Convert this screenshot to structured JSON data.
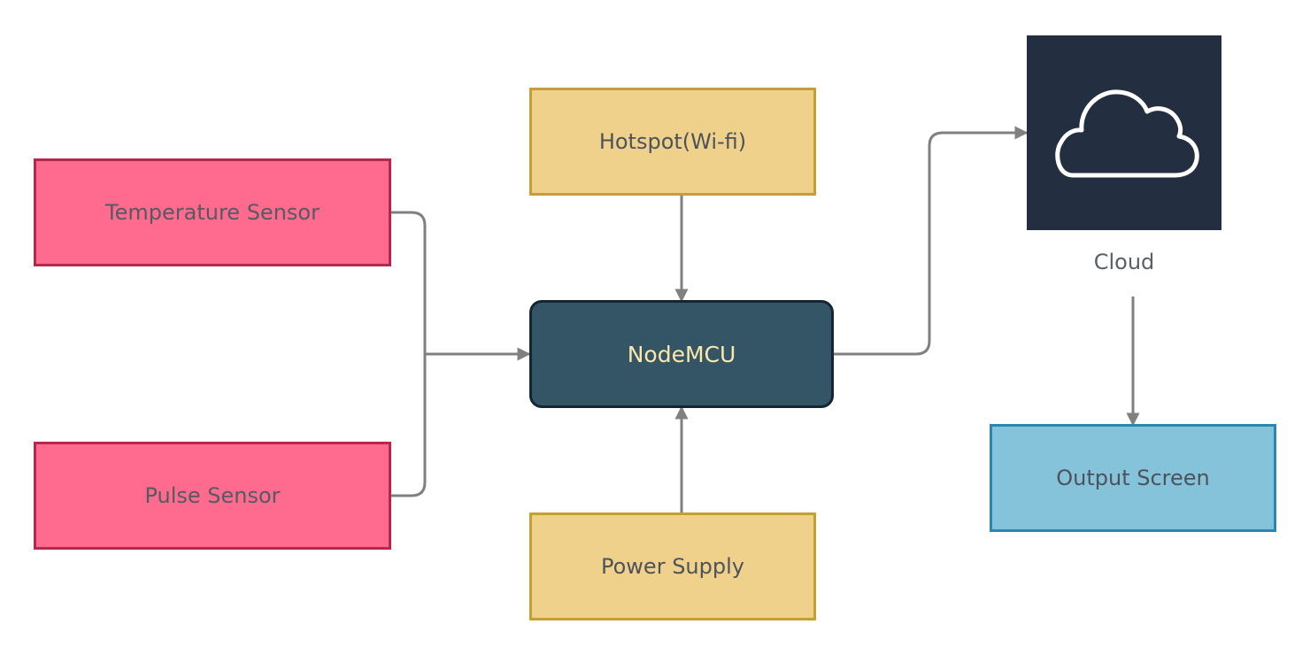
{
  "diagram": {
    "nodes": {
      "temperature_sensor": "Temperature Sensor",
      "pulse_sensor": "Pulse Sensor",
      "hotspot": "Hotspot(Wi-fi)",
      "nodemcu": "NodeMCU",
      "power_supply": "Power Supply",
      "cloud": "Cloud",
      "output_screen": "Output Screen"
    },
    "edges": [
      {
        "from": "Temperature Sensor",
        "to": "NodeMCU"
      },
      {
        "from": "Pulse Sensor",
        "to": "NodeMCU"
      },
      {
        "from": "Hotspot(Wi-fi)",
        "to": "NodeMCU"
      },
      {
        "from": "Power Supply",
        "to": "NodeMCU"
      },
      {
        "from": "NodeMCU",
        "to": "Cloud"
      },
      {
        "from": "Cloud",
        "to": "Output Screen"
      }
    ],
    "icons": {
      "cloud": "cloud-icon"
    },
    "colors": {
      "sensor_fill": "#ff6b8e",
      "sensor_border": "#b5274b",
      "supply_fill": "#f0d18c",
      "supply_border": "#c59f36",
      "mcu_fill": "#335566",
      "mcu_text": "#fde8aa",
      "cloud_bg": "#232f40",
      "output_fill": "#85c3db",
      "output_border": "#2b86b0",
      "connector": "#808080"
    }
  }
}
